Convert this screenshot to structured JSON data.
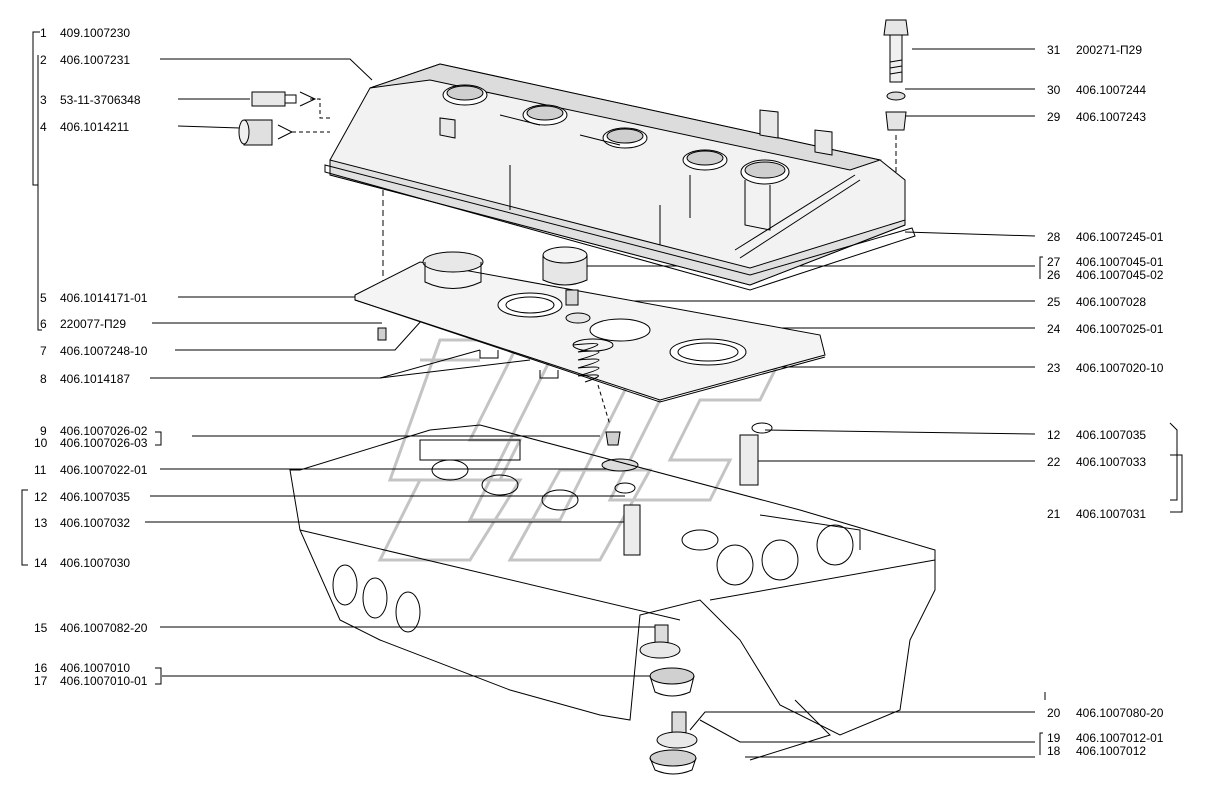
{
  "callouts_left": [
    {
      "num": "1",
      "code": "409.1007230"
    },
    {
      "num": "2",
      "code": "406.1007231"
    },
    {
      "num": "3",
      "code": "53-11-3706348"
    },
    {
      "num": "4",
      "code": "406.1014211"
    },
    {
      "num": "5",
      "code": "406.1014171-01"
    },
    {
      "num": "6",
      "code": "220077-П29"
    },
    {
      "num": "7",
      "code": "406.1007248-10"
    },
    {
      "num": "8",
      "code": "406.1014187"
    },
    {
      "num": "9",
      "code": "406.1007026-02"
    },
    {
      "num": "10",
      "code": "406.1007026-03"
    },
    {
      "num": "11",
      "code": "406.1007022-01"
    },
    {
      "num": "12",
      "code": "406.1007035"
    },
    {
      "num": "13",
      "code": "406.1007032"
    },
    {
      "num": "14",
      "code": "406.1007030"
    },
    {
      "num": "15",
      "code": "406.1007082-20"
    },
    {
      "num": "16",
      "code": "406.1007010"
    },
    {
      "num": "17",
      "code": "406.1007010-01"
    }
  ],
  "callouts_right": [
    {
      "num": "31",
      "code": "200271-П29"
    },
    {
      "num": "30",
      "code": "406.1007244"
    },
    {
      "num": "29",
      "code": "406.1007243"
    },
    {
      "num": "28",
      "code": "406.1007245-01"
    },
    {
      "num": "27",
      "code": "406.1007045-01"
    },
    {
      "num": "26",
      "code": "406.1007045-02"
    },
    {
      "num": "25",
      "code": "406.1007028"
    },
    {
      "num": "24",
      "code": "406.1007025-01"
    },
    {
      "num": "23",
      "code": "406.1007020-10"
    },
    {
      "num": "12",
      "code": "406.1007035"
    },
    {
      "num": "22",
      "code": "406.1007033"
    },
    {
      "num": "21",
      "code": "406.1007031"
    },
    {
      "num": "20",
      "code": "406.1007080-20"
    },
    {
      "num": "19",
      "code": "406.1007012-01"
    },
    {
      "num": "18",
      "code": "406.1007012"
    }
  ],
  "colors": {
    "line": "#000000",
    "watermark": "#bdbdbd"
  }
}
